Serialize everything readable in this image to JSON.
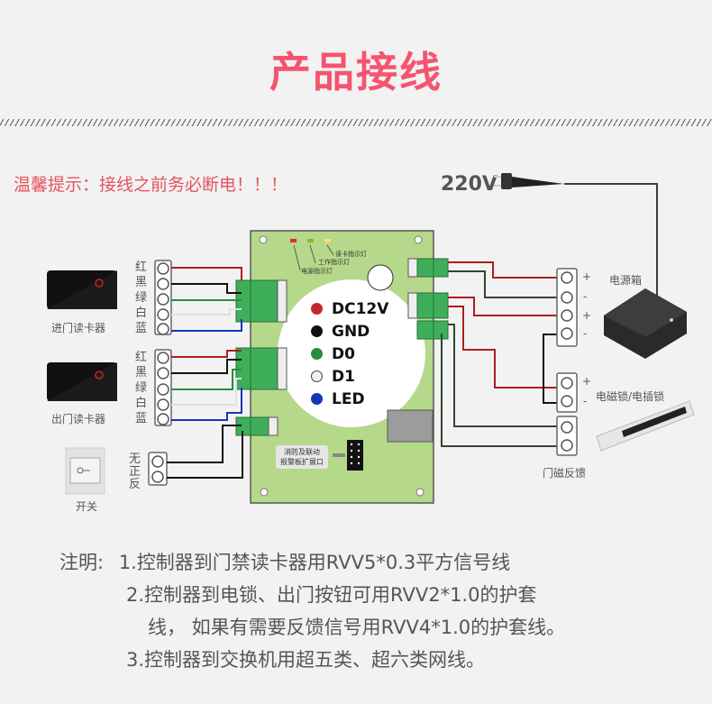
{
  "title": "产品接线",
  "warning": "温馨提示：接线之前务必断电！！！",
  "power_input": "220V",
  "board": {
    "indicators": [
      {
        "label": "电源指示灯",
        "color": "#d9322b"
      },
      {
        "label": "工作指示灯",
        "color": "#7bbf3a"
      },
      {
        "label": "读卡指示灯",
        "color": "#f2e27a"
      }
    ],
    "extension_port_label": [
      "消防及联动",
      "报警板扩展口"
    ],
    "board_color": "#b6d88a"
  },
  "legend": [
    {
      "label": "DC12V",
      "color": "#c0282d"
    },
    {
      "label": "GND",
      "color": "#111111"
    },
    {
      "label": "D0",
      "color": "#2a8c3d"
    },
    {
      "label": "D1",
      "color": "#f0f0f0"
    },
    {
      "label": "LED",
      "color": "#1437b8"
    }
  ],
  "readers": [
    {
      "name": "进门读卡器",
      "wires": [
        "红",
        "黑",
        "绿",
        "白",
        "蓝"
      ]
    },
    {
      "name": "出门读卡器",
      "wires": [
        "红",
        "黑",
        "绿",
        "白",
        "蓝"
      ]
    }
  ],
  "switch": {
    "name": "开关",
    "wires": [
      "无",
      "正",
      "反"
    ]
  },
  "devices": {
    "power_box": {
      "name": "电源箱",
      "terminals": [
        "+",
        "-",
        "+",
        "-"
      ]
    },
    "lock": {
      "name": "电磁锁/电插锁",
      "terminals": [
        "+",
        "-"
      ]
    },
    "door_sensor": {
      "name": "门磁反馈"
    }
  },
  "wire_colors": {
    "red": "#b01c1c",
    "black": "#111111",
    "green": "#2a8c3d",
    "white": "#e0e0e0",
    "blue": "#1437b8",
    "dark": "#34442f"
  },
  "notes": {
    "label": "注明:",
    "lines": [
      "1.控制器到门禁读卡器用RVV5*0.3平方信号线",
      "2.控制器到电锁、出门按钮可用RVV2*1.0的护套",
      "线， 如果有需要反馈信号用RVV4*1.0的护套线。",
      "3.控制器到交换机用超五类、超六类网线。"
    ]
  }
}
